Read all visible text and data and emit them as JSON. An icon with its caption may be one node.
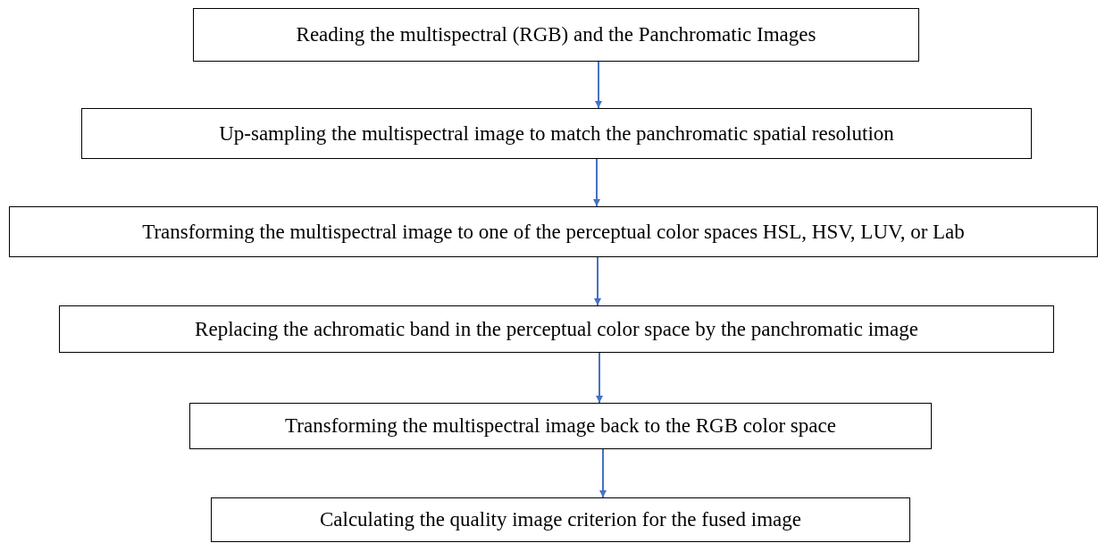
{
  "diagram": {
    "nodes": [
      {
        "text": [
          "Reading the multispectral (RGB) and the Panchromatic Images"
        ]
      },
      {
        "text": [
          "Up-sampling the multispectral image to match the panchromatic spatial resolution"
        ]
      },
      {
        "text": [
          "Transforming the multispectral image to one of the perceptual color spaces HSL, HSV, LUV, or Lab"
        ]
      },
      {
        "text": [
          "Replacing the achromatic band in the perceptual color space by the panchromatic image"
        ]
      },
      {
        "text": [
          "Transforming the multispectral image back to the RGB color space"
        ]
      },
      {
        "text": [
          "Calculating the quality image criterion for the fused image"
        ]
      }
    ],
    "edges": [
      {
        "from": 0,
        "to": 1,
        "arrow": "to"
      },
      {
        "from": 1,
        "to": 2,
        "arrow": "to"
      },
      {
        "from": 2,
        "to": 3,
        "arrow": "to"
      },
      {
        "from": 3,
        "to": 4,
        "arrow": "to"
      },
      {
        "from": 4,
        "to": 5,
        "arrow": "to"
      }
    ]
  }
}
